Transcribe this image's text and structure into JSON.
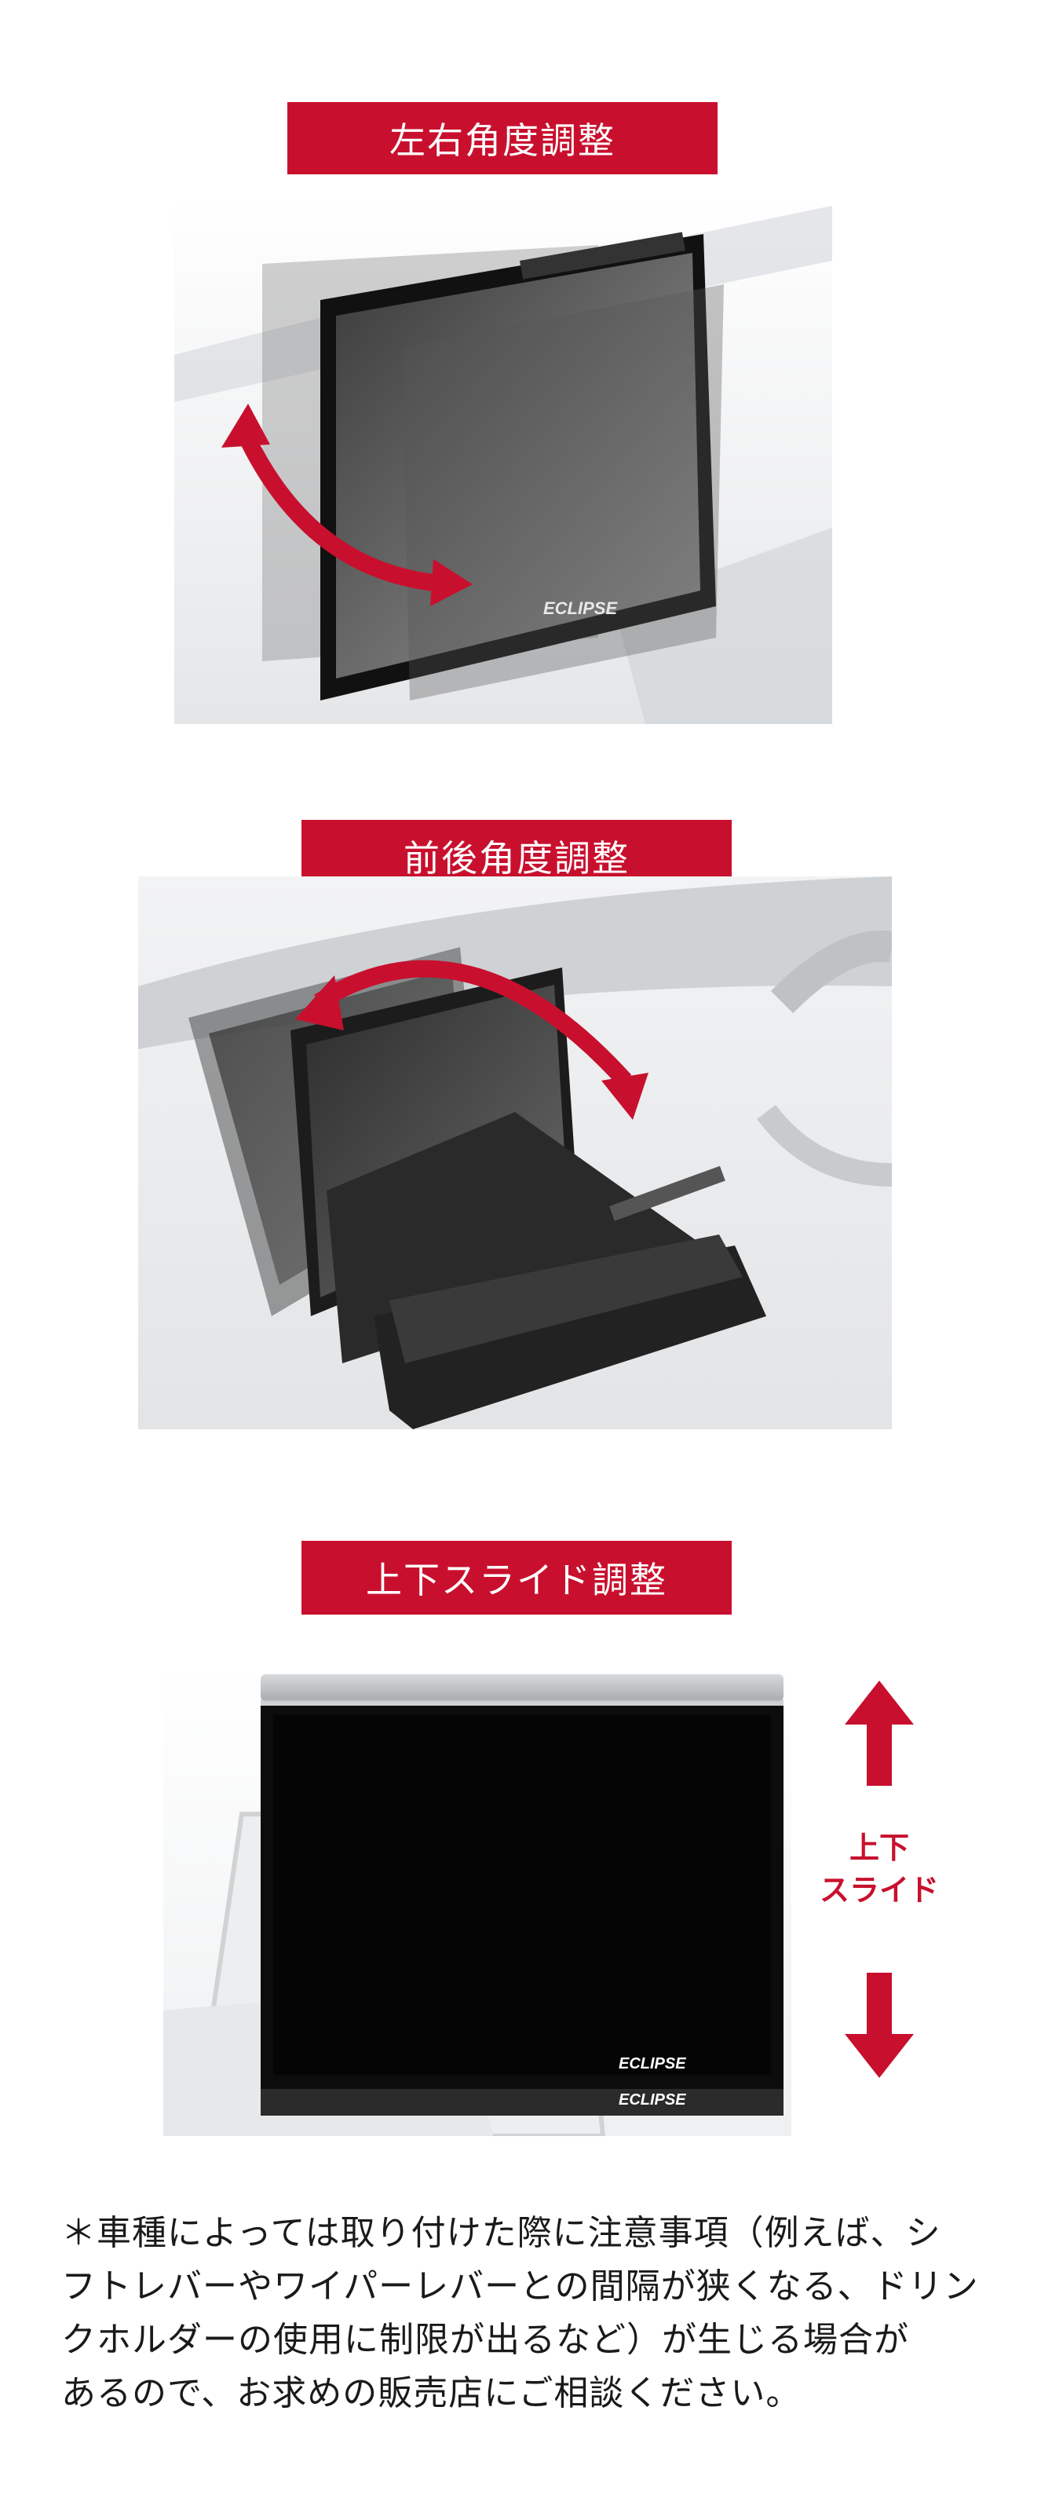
{
  "sections": [
    {
      "title": "左右角度調整"
    },
    {
      "title": "前後角度調整"
    },
    {
      "title": "上下スライド調整"
    }
  ],
  "slide_label": {
    "line1": "上下",
    "line2": "スライド"
  },
  "product_brand": "ECLIPSE",
  "note_lines": [
    "＊車種によっては取り付けた際に注意事項（例えば、シ",
    "フトレバーやワイパーレバーとの間隔が狭くなる、ドリン",
    "クホルダーの使用に制限が出るなど）が生じる場合が",
    "あるので、お求めの販売店にご相談ください。"
  ],
  "colors": {
    "accent": "#c8102e",
    "text": "#1a1a1a",
    "background": "#ffffff"
  }
}
